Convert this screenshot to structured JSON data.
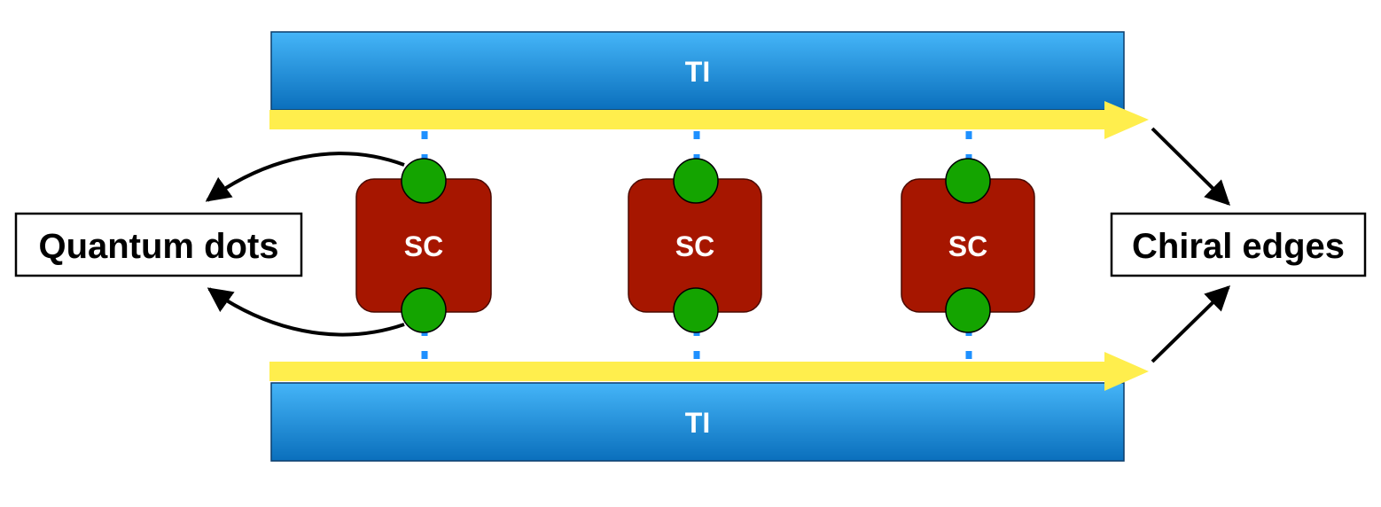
{
  "top_bar": {
    "label": "TI"
  },
  "bottom_bar": {
    "label": "TI"
  },
  "sc_blocks": [
    {
      "label": "SC"
    },
    {
      "label": "SC"
    },
    {
      "label": "SC"
    }
  ],
  "left_box": {
    "label": "Quantum dots"
  },
  "right_box": {
    "label": "Chiral edges"
  },
  "colors": {
    "ti_top": "#45b5f8",
    "ti_bottom": "#0a6fbc",
    "sc": "#a61600",
    "dot": "#14a400",
    "edge": "#ffee4d",
    "dash": "#1e90ff",
    "arrow": "#000000"
  }
}
